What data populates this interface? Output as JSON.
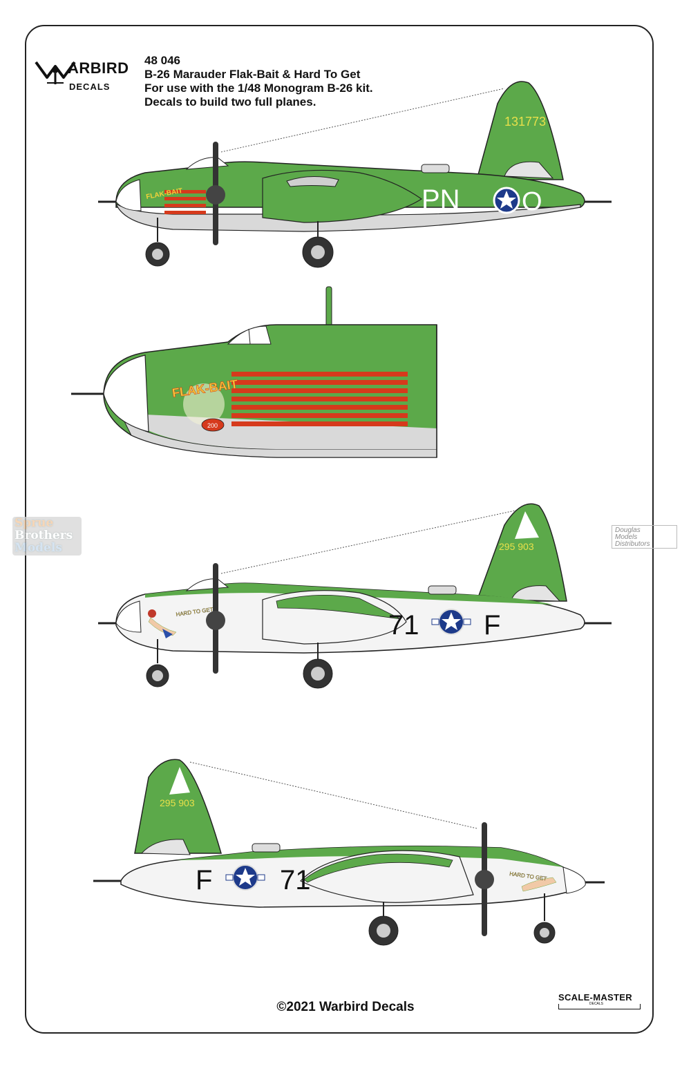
{
  "logo": {
    "brand": "ARBIRD",
    "sub": "DECALS",
    "icon": "corsair-w-icon"
  },
  "header": {
    "code": "48 046",
    "lines": [
      "B-26 Marauder Flak-Bait & Hard To Get",
      "For use with the 1/48 Monogram B-26 kit.",
      "Decals to build two full planes."
    ]
  },
  "planes": {
    "flak_bait": {
      "tail_serial": "131773",
      "code_left": "PN",
      "code_right": "O",
      "nose_art": "FLAK-BAIT",
      "colors": {
        "top": "#5ca94a",
        "under": "#d9d9d9",
        "tail_serial": "#e8e04a",
        "mission_marks": "#d63a1c"
      }
    },
    "flak_bait_nose": {
      "nose_art": "FLAK-BAIT",
      "bomb_marker": "200"
    },
    "hard_to_get_left": {
      "tail_serial": "295 903",
      "code_left": "71",
      "code_right": "F",
      "nose_art": "HARD TO GET"
    },
    "hard_to_get_right": {
      "tail_serial": "295 903",
      "code_left": "F",
      "code_right": "71",
      "nose_art": "HARD TO GET"
    }
  },
  "watermarks": {
    "left": [
      "Sprue",
      "Brothers",
      "Models"
    ],
    "right": [
      "Douglas",
      "Models",
      "Distributors"
    ]
  },
  "footer": "©2021 Warbird Decals",
  "scalemaster": {
    "label": "SCALE-MASTER",
    "sub": "DECALS"
  }
}
